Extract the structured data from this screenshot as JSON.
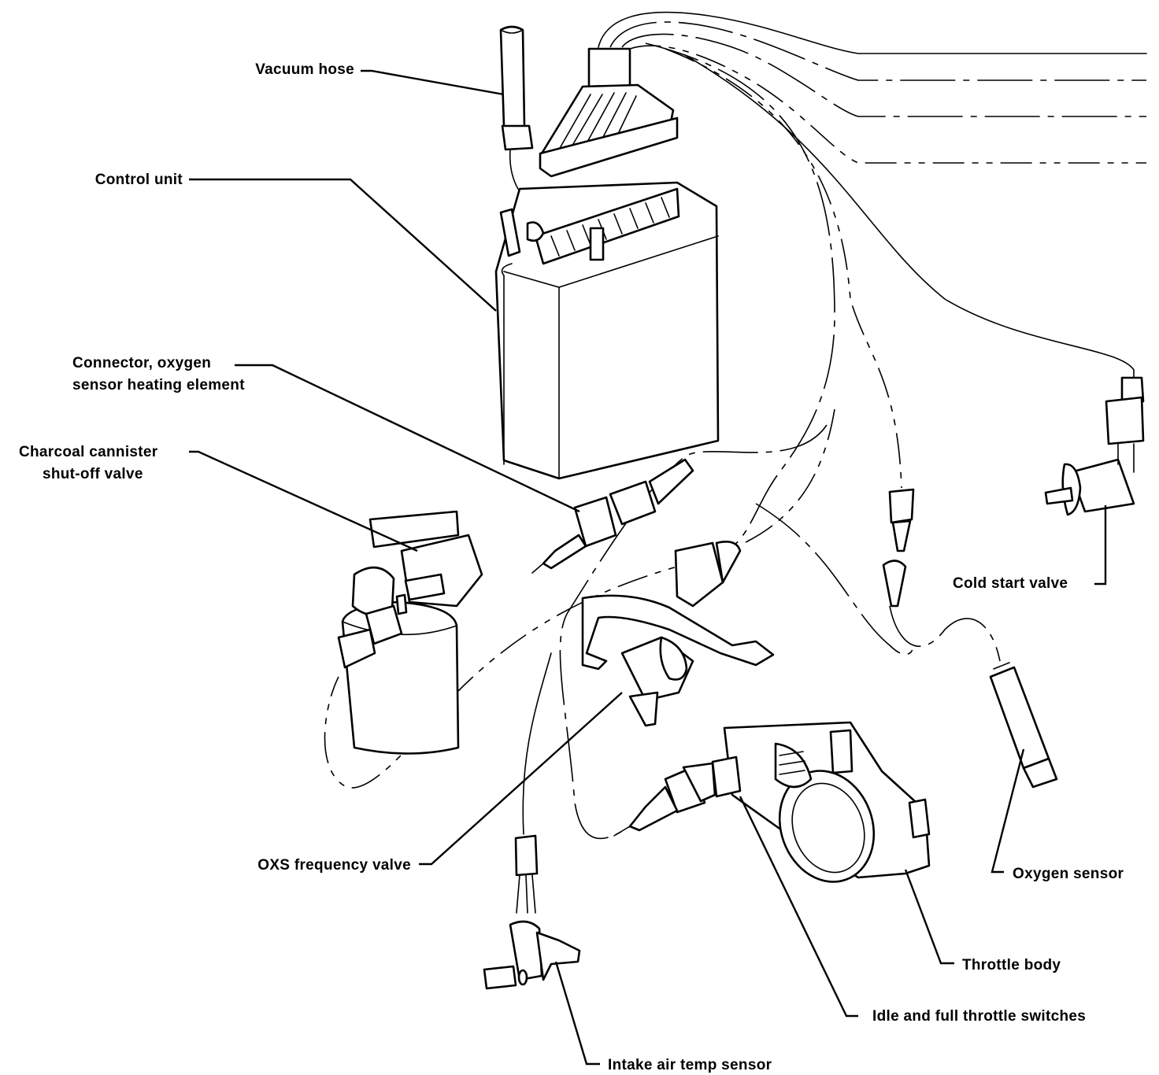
{
  "labels": {
    "vacuum_hose": "Vacuum hose",
    "control_unit": "Control unit",
    "connector_oxygen_line1": "Connector, oxygen",
    "connector_oxygen_line2": "sensor heating element",
    "charcoal_line1": "Charcoal cannister",
    "charcoal_line2": "shut-off valve",
    "cold_start_valve": "Cold start valve",
    "oxs_frequency_valve": "OXS frequency valve",
    "oxygen_sensor": "Oxygen sensor",
    "throttle_body": "Throttle body",
    "idle_full_throttle": "Idle and full throttle switches",
    "intake_air_temp": "Intake air temp sensor"
  }
}
